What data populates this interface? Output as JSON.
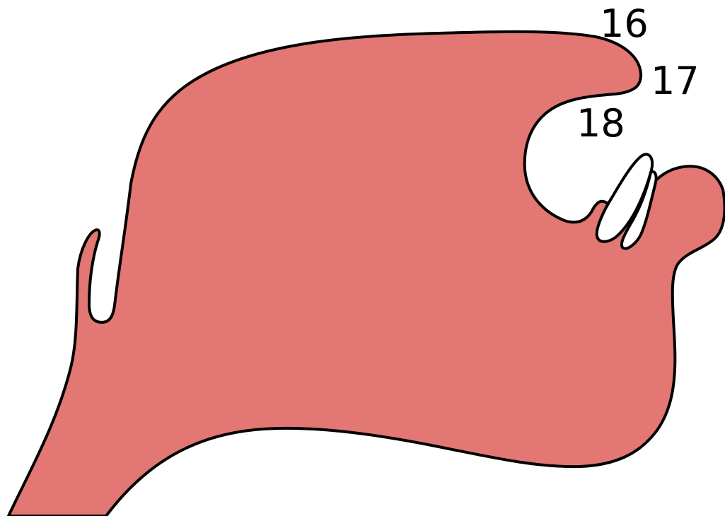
{
  "diagram": {
    "fill_color": "#e27773",
    "outline_color": "#000000",
    "background_color": "#ffffff",
    "labels": {
      "label_16": "16",
      "label_17": "17",
      "label_18": "18"
    }
  }
}
